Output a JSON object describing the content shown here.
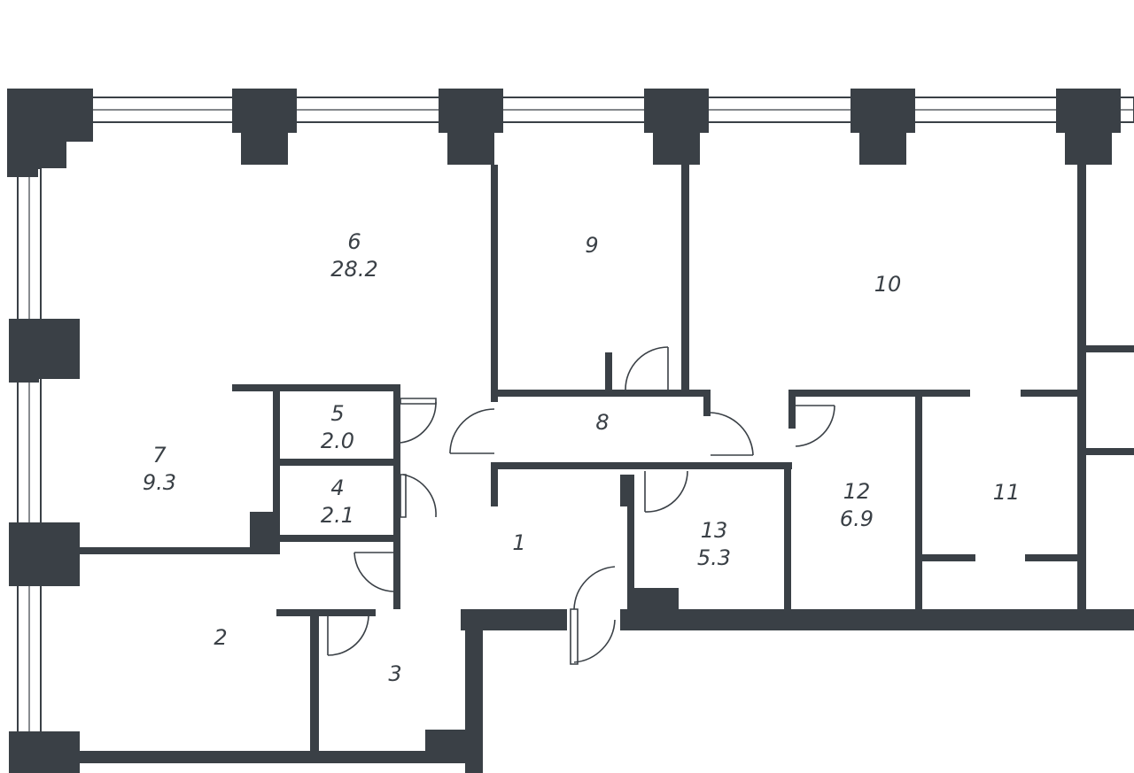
{
  "plan": {
    "wall_color": "#3a4046",
    "background": "#ffffff",
    "rooms": [
      {
        "id": "room-1",
        "number": "1",
        "area": ""
      },
      {
        "id": "room-2",
        "number": "2",
        "area": ""
      },
      {
        "id": "room-3",
        "number": "3",
        "area": ""
      },
      {
        "id": "room-4",
        "number": "4",
        "area": "2.1"
      },
      {
        "id": "room-5",
        "number": "5",
        "area": "2.0"
      },
      {
        "id": "room-6",
        "number": "6",
        "area": "28.2"
      },
      {
        "id": "room-7",
        "number": "7",
        "area": "9.3"
      },
      {
        "id": "room-8",
        "number": "8",
        "area": ""
      },
      {
        "id": "room-9",
        "number": "9",
        "area": ""
      },
      {
        "id": "room-10",
        "number": "10",
        "area": ""
      },
      {
        "id": "room-11",
        "number": "11",
        "area": ""
      },
      {
        "id": "room-12",
        "number": "12",
        "area": "6.9"
      },
      {
        "id": "room-13",
        "number": "13",
        "area": "5.3"
      }
    ]
  }
}
